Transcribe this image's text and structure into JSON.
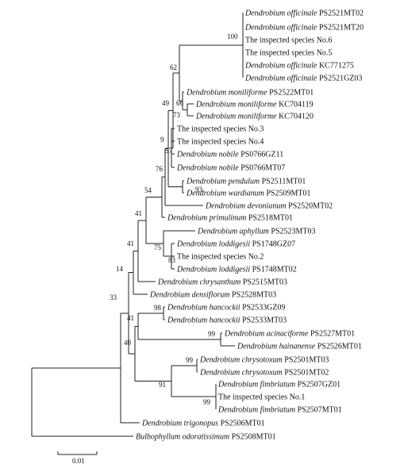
{
  "tree": {
    "taxa": [
      {
        "genus": "Dendrobium officinale",
        "code": "PS2521MT02"
      },
      {
        "genus": "Dendrobium officinale",
        "code": "PS2521MT20"
      },
      {
        "genus": "",
        "code": "The inspected species No.6"
      },
      {
        "genus": "",
        "code": "The inspected species No.5"
      },
      {
        "genus": "Dendrobium officinale",
        "code": "KC771275"
      },
      {
        "genus": "Dendrobium officinale",
        "code": "PS2521GZ03"
      },
      {
        "genus": "Dendrobium moniliforme",
        "code": "PS2522MT01"
      },
      {
        "genus": "Dendrobium moniliforme",
        "code": "KC704119"
      },
      {
        "genus": "Dendrobium moniliforme",
        "code": "KC704120"
      },
      {
        "genus": "",
        "code": "The inspected species No.3"
      },
      {
        "genus": "",
        "code": "The inspected species No.4"
      },
      {
        "genus": "Dendrobium nobile",
        "code": "PS0766GZ11"
      },
      {
        "genus": "Dendrobium nobile",
        "code": "PS0766MT07"
      },
      {
        "genus": "Dendrobium pendulum",
        "code": "PS2511MT01"
      },
      {
        "genus": "Dendrobium wardianum",
        "code": "PS2509MT01"
      },
      {
        "genus": "Dendrobium devonianum",
        "code": "PS2520MT02"
      },
      {
        "genus": "Dendrobium primulinum",
        "code": "PS2518MT01"
      },
      {
        "genus": "Dendrobium aphyllum",
        "code": "PS2523MT03"
      },
      {
        "genus": "Dendrobium loddigesii",
        "code": "PS1748GZ07"
      },
      {
        "genus": "",
        "code": "The inspected species No.2"
      },
      {
        "genus": "Dendrobium loddigesii",
        "code": "PS1748MT02"
      },
      {
        "genus": "Dendrobium chrysanthum",
        "code": "PS2515MT03"
      },
      {
        "genus": "Dendrobium densiflorum",
        "code": "PS2528MT03"
      },
      {
        "genus": "Dendrobium hancockii",
        "code": "PS2533GZ09"
      },
      {
        "genus": "Dendrobium hancockii",
        "code": "PS2533MT03"
      },
      {
        "genus": "Dendrobium acinaciforme",
        "code": "PS2527MT01"
      },
      {
        "genus": "Dendrobium hainanense",
        "code": "PS2526MT01"
      },
      {
        "genus": "Dendrobium chrysotoxum",
        "code": "PS2501MT03"
      },
      {
        "genus": "Dendrobium chrysotoxum",
        "code": "PS2501MT02"
      },
      {
        "genus": "Dendrobium fimbriatum",
        "code": "PS2507GZ01"
      },
      {
        "genus": "",
        "code": "The inspected species No.1"
      },
      {
        "genus": "Dendrobium fimbriatum",
        "code": "PS2507MT01"
      },
      {
        "genus": "Dendrobium trigonopus",
        "code": "PS2506MT01"
      },
      {
        "genus": "Bulbophyllum odoratissimum",
        "code": "PS2508MT01"
      }
    ],
    "bootstrap": [
      "100",
      "62",
      "66",
      "73",
      "49",
      "9",
      "57",
      "76",
      "93",
      "54",
      "41",
      "75",
      "83",
      "41",
      "14",
      "33",
      "98",
      "99",
      "41",
      "40",
      "99",
      "91",
      "99"
    ],
    "scale_bar_value": "0.01"
  }
}
